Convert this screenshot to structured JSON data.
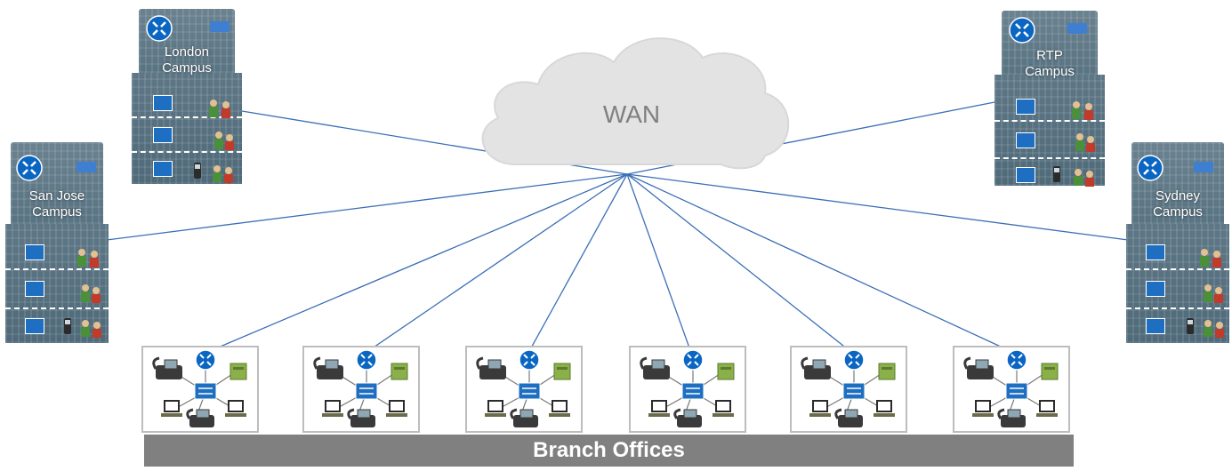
{
  "cloud": {
    "label": "WAN"
  },
  "campuses": [
    {
      "label": "London\nCampus"
    },
    {
      "label": "RTP\nCampus"
    },
    {
      "label": "San Jose\nCampus"
    },
    {
      "label": "Sydney\nCampus"
    }
  ],
  "branch_bar": {
    "label": "Branch Offices"
  },
  "colors": {
    "link": "#3b6fb6",
    "building": "#587382",
    "cloud": "#e3e3e3",
    "branch_bar": "#808080",
    "router": "#0a66c2",
    "server": "#8ab04a"
  }
}
